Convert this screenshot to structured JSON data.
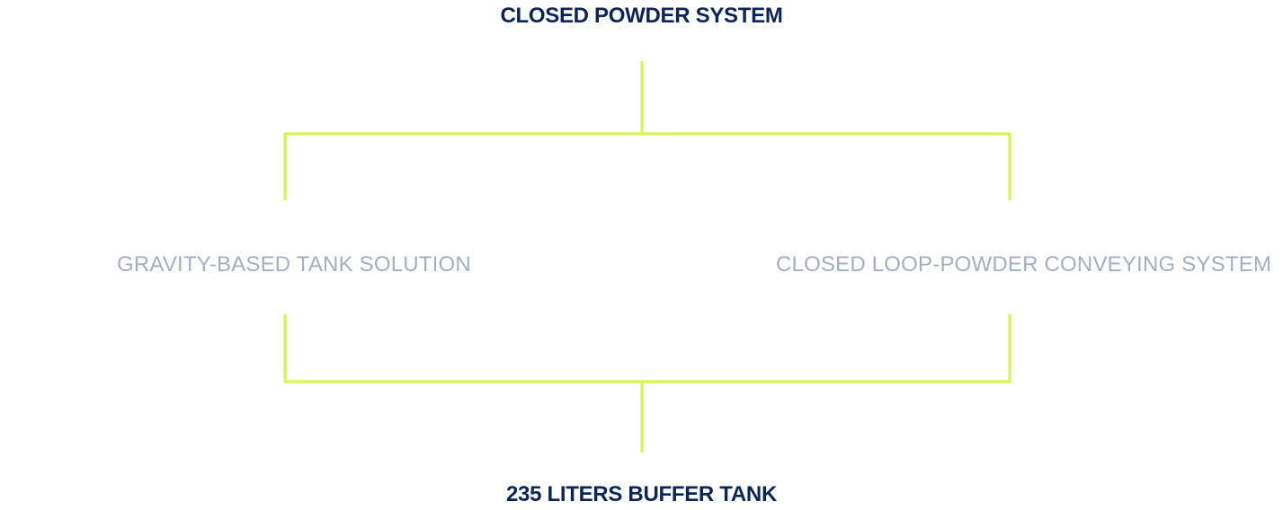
{
  "diagram": {
    "top_node": {
      "label": "CLOSED POWDER SYSTEM"
    },
    "options": [
      {
        "label": "GRAVITY-BASED TANK SOLUTION"
      },
      {
        "label": "CLOSED LOOP-POWDER CONVEYING SYSTEM"
      }
    ],
    "bottom_node": {
      "label": "235 LITERS BUFFER TANK"
    }
  },
  "colors": {
    "heading": "#0b2559",
    "option_text": "#a3aec2",
    "connector": "#d6f542",
    "background": "#ffffff"
  }
}
